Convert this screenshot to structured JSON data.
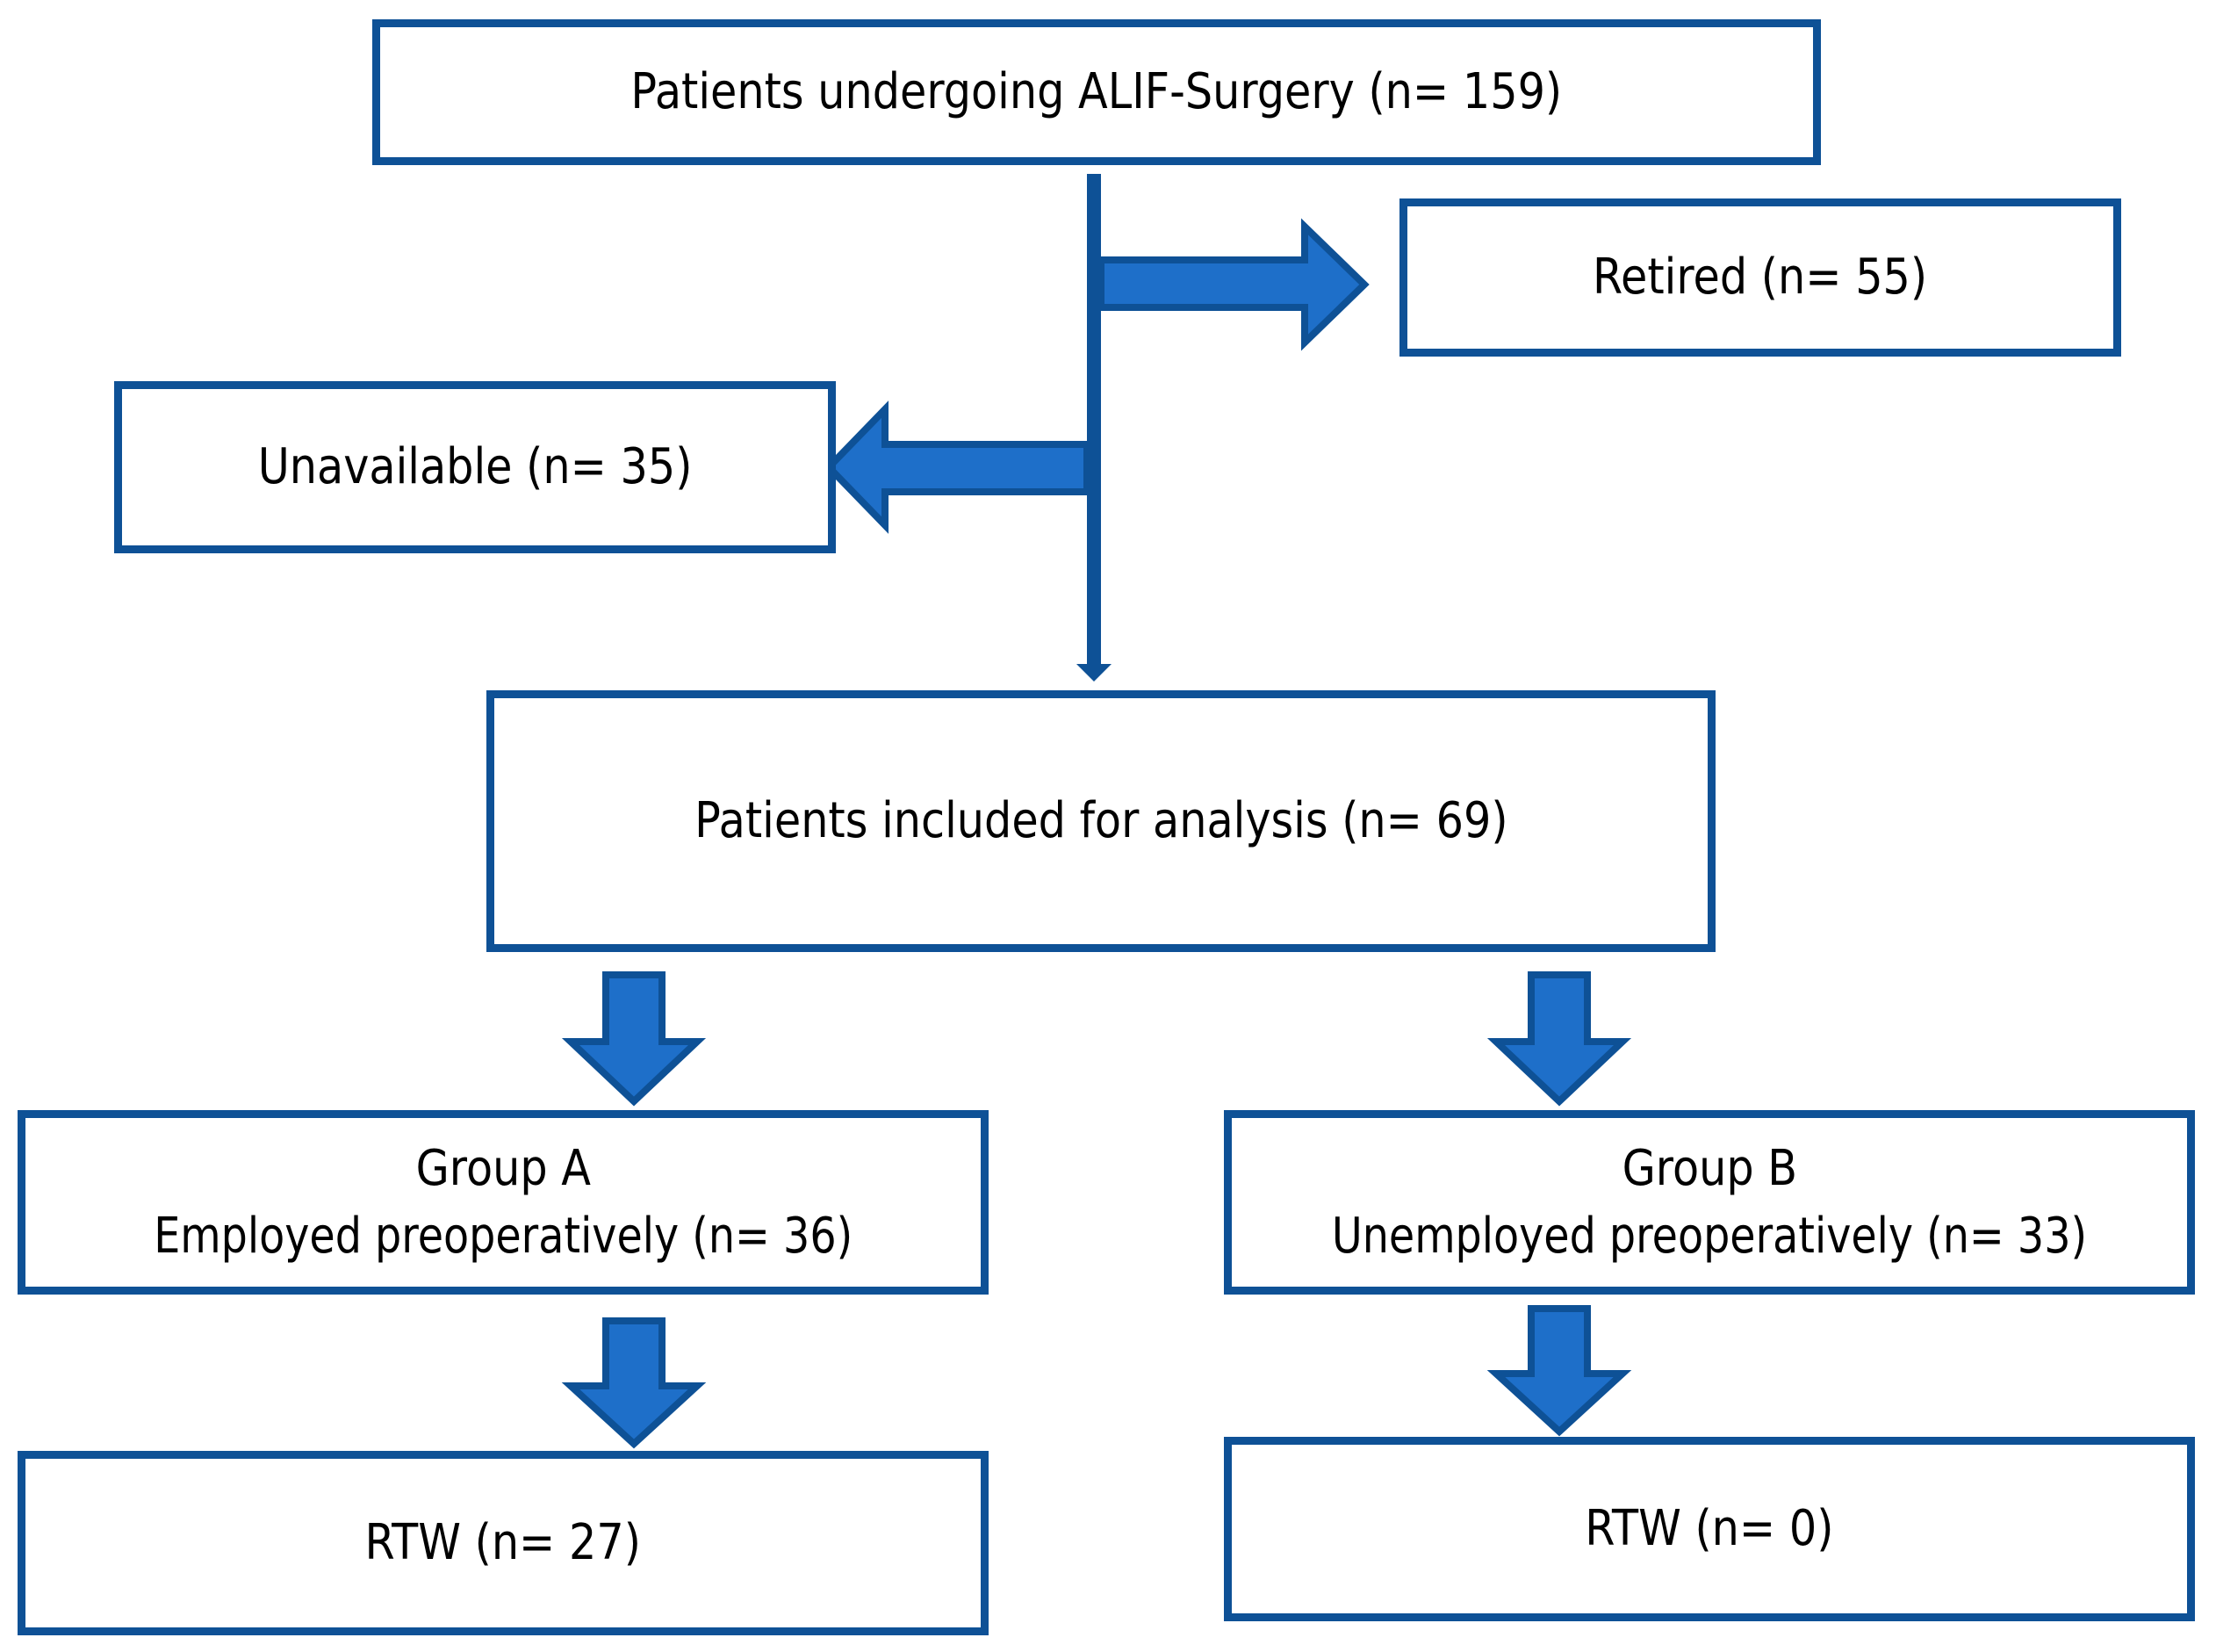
{
  "diagram": {
    "colors": {
      "box_border": "#0E5196",
      "arrow_fill": "#1E6FC9",
      "arrow_outline": "#0E5196",
      "background": "#FFFFFF",
      "text": "#000000"
    },
    "nodes": {
      "total": "Patients undergoing ALIF-Surgery (n= 159)",
      "retired": "Retired (n= 55)",
      "unavailable": "Unavailable (n= 35)",
      "included": "Patients included for analysis (n= 69)",
      "group_a": {
        "title": "Group A",
        "subtitle": "Employed preoperatively (n= 36)"
      },
      "group_b": {
        "title": "Group B",
        "subtitle": "Unemployed preoperatively (n= 33)"
      },
      "rtw_a": "RTW (n= 27)",
      "rtw_b": "RTW (n= 0)"
    },
    "edges": [
      {
        "from": "total",
        "to": "retired"
      },
      {
        "from": "total",
        "to": "unavailable"
      },
      {
        "from": "total",
        "to": "included"
      },
      {
        "from": "included",
        "to": "group_a"
      },
      {
        "from": "included",
        "to": "group_b"
      },
      {
        "from": "group_a",
        "to": "rtw_a"
      },
      {
        "from": "group_b",
        "to": "rtw_b"
      }
    ]
  }
}
